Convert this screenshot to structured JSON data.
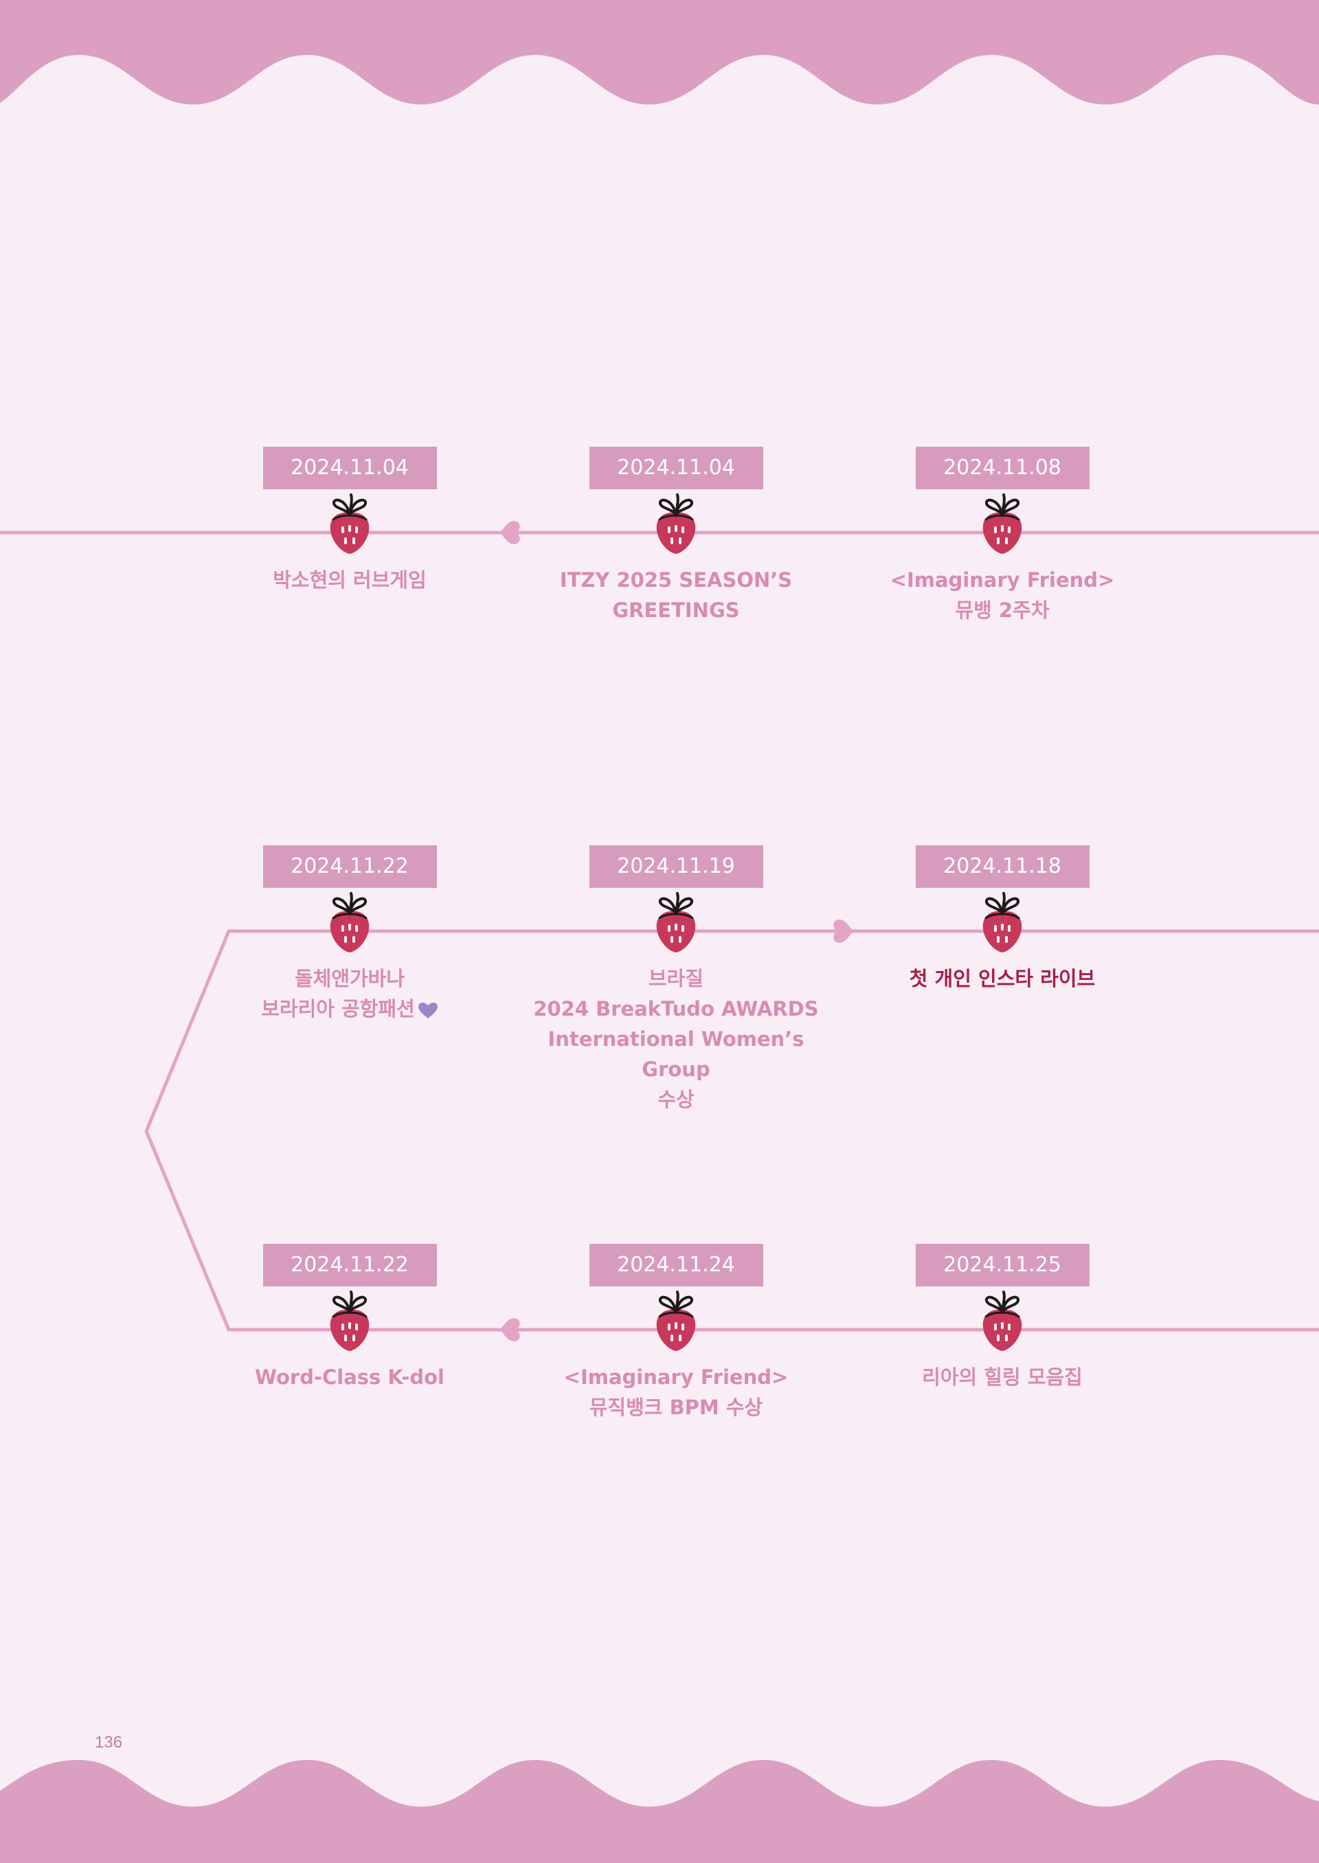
{
  "page_number": "136",
  "colors": {
    "background": "#F9EEF5",
    "wave": "#DBA0C1",
    "line": "#E3A4C6",
    "date_box": "#D79BBE",
    "caption": "#D88BB2",
    "caption_highlight": "#A81E46",
    "strawberry": "#C7385A",
    "heart_icon": "#9C86C9"
  },
  "timeline": {
    "rows": [
      {
        "direction": "right",
        "events": [
          {
            "date": "2024.11.04",
            "lines": [
              "박소현의 러브게임"
            ]
          },
          {
            "date": "2024.11.04",
            "lines": [
              "ITZY 2025 SEASON’S",
              "GREETINGS"
            ]
          },
          {
            "date": "2024.11.08",
            "lines": [
              "<Imaginary Friend>",
              "뮤뱅 2주차"
            ]
          }
        ]
      },
      {
        "direction": "left",
        "events": [
          {
            "date": "2024.11.22",
            "lines": [
              "돌체앤가바나",
              "보라리아 공항패션"
            ],
            "icon": "purple-heart-icon"
          },
          {
            "date": "2024.11.19",
            "lines": [
              "브라질",
              "2024 BreakTudo AWARDS",
              "International Women’s Group",
              "수상"
            ]
          },
          {
            "date": "2024.11.18",
            "lines": [
              "첫 개인 인스타 라이브"
            ],
            "highlight": true
          }
        ]
      },
      {
        "direction": "right",
        "events": [
          {
            "date": "2024.11.22",
            "lines": [
              "Word-Class K-dol"
            ]
          },
          {
            "date": "2024.11.24",
            "lines": [
              "<Imaginary Friend>",
              "뮤직뱅크 BPM 수상"
            ]
          },
          {
            "date": "2024.11.25",
            "lines": [
              "리아의 힐링 모음집"
            ]
          }
        ]
      }
    ]
  }
}
